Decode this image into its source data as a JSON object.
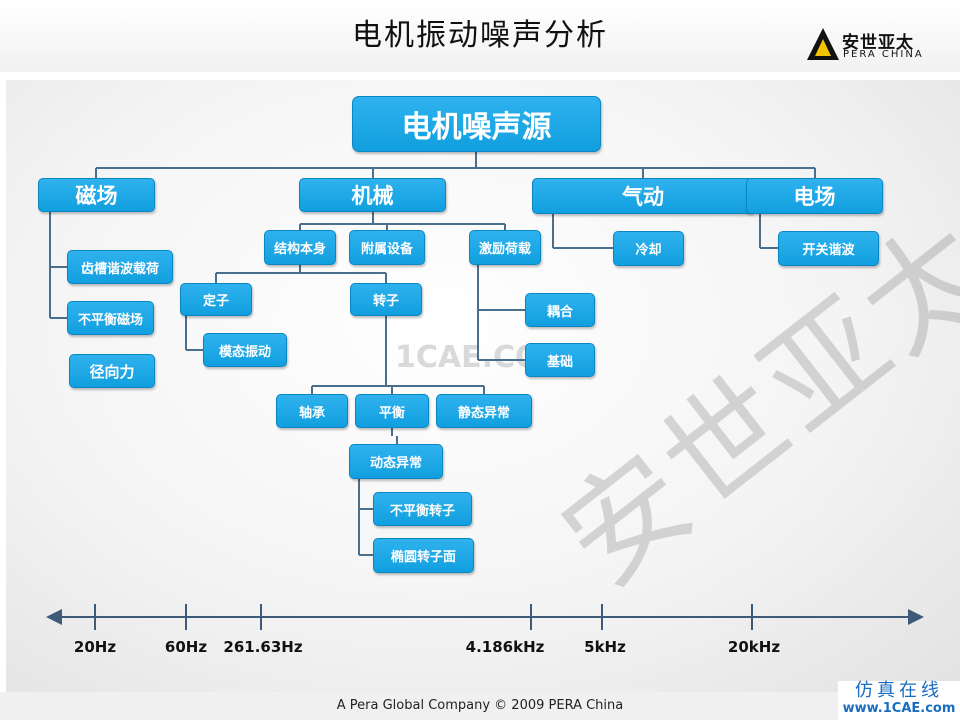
{
  "title": "电机振动噪声分析",
  "logo": {
    "cn": "安世亚太",
    "en": "PERA CHINA"
  },
  "nodes": {
    "root": "电机噪声源",
    "magnetic": "磁场",
    "mechanical": "机械",
    "aero": "气动",
    "electric": "电场",
    "slot_harmonic": "齿槽谐波载荷",
    "unbalanced_field": "不平衡磁场",
    "radial_force": "径向力",
    "structure": "结构本身",
    "accessory": "附属设备",
    "excitation": "激励荷载",
    "cooling": "冷却",
    "switch_harmonic": "开关谐波",
    "stator": "定子",
    "rotor": "转子",
    "modal_vibration": "模态振动",
    "coupling": "耦合",
    "foundation": "基础",
    "bearing": "轴承",
    "balance": "平衡",
    "static_abnormal": "静态异常",
    "dynamic_abnormal": "动态异常",
    "unbalanced_rotor": "不平衡转子",
    "elliptical_rotor": "椭圆转子面"
  },
  "frequency_axis": [
    "20Hz",
    "60Hz",
    "261.63Hz",
    "4.186kHz",
    "5kHz",
    "20kHz"
  ],
  "watermarks": {
    "big": "安世亚太",
    "mid": "1CAE.COM",
    "site_cn": "仿真在线",
    "site_url": "www.1CAE.com"
  },
  "footer": "A Pera Global Company  © 2009 PERA China"
}
